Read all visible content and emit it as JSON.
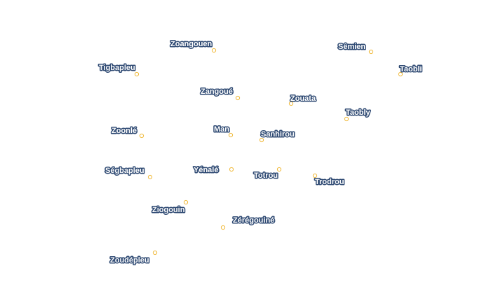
{
  "map": {
    "marker_color": "#f0b93a",
    "label_fill": "#ffffff",
    "label_outline": "#2f4a73",
    "places": [
      {
        "name": "Zoangouen"
      },
      {
        "name": "Sêmien"
      },
      {
        "name": "Tigbapleu"
      },
      {
        "name": "Taobli"
      },
      {
        "name": "Zangoué"
      },
      {
        "name": "Zouata"
      },
      {
        "name": "Taobly"
      },
      {
        "name": "Zoonlé"
      },
      {
        "name": "Man"
      },
      {
        "name": "Sanhirou"
      },
      {
        "name": "Ségbapleu"
      },
      {
        "name": "Yénalé"
      },
      {
        "name": "Totrou"
      },
      {
        "name": "Trodrou"
      },
      {
        "name": "Ziogouin"
      },
      {
        "name": "Zérégouiné"
      },
      {
        "name": "Zoudépleu"
      }
    ]
  }
}
